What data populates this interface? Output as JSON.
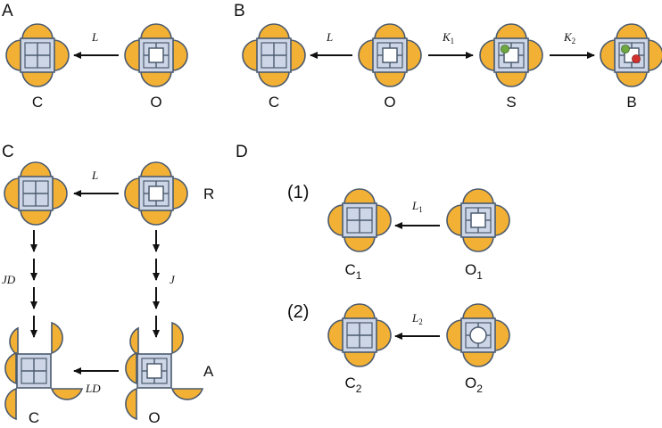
{
  "colors": {
    "lobe_fill": "#f2b134",
    "lobe_stroke": "#4b5a6e",
    "pore_fill": "#cdd6e6",
    "pore_stroke": "#4b5a6e",
    "ligand_green": "#6fa843",
    "ligand_red": "#d2322d"
  },
  "panels": {
    "A": {
      "letter": "A",
      "states": [
        {
          "type": "closed",
          "label": "C"
        },
        {
          "type": "open",
          "label": "O"
        }
      ],
      "arrows": [
        {
          "rate": "L"
        }
      ]
    },
    "B": {
      "letter": "B",
      "states": [
        {
          "type": "closed",
          "label": "C"
        },
        {
          "type": "open",
          "label": "O"
        },
        {
          "type": "open-one-ligand",
          "label": "S"
        },
        {
          "type": "open-two-ligands",
          "label": "B"
        }
      ],
      "arrows": [
        {
          "rate": "L"
        },
        {
          "rate": "K",
          "sub": "1"
        },
        {
          "rate": "K",
          "sub": "2"
        }
      ]
    },
    "C": {
      "letter": "C",
      "row_labels": [
        "R",
        "A"
      ],
      "states": [
        {
          "type": "closed",
          "label": ""
        },
        {
          "type": "open",
          "label": ""
        },
        {
          "type": "closed-activated",
          "label": "C"
        },
        {
          "type": "open-activated",
          "label": "O"
        }
      ],
      "arrows": [
        {
          "rate": "L"
        },
        {
          "rate": "JD"
        },
        {
          "rate": "J"
        },
        {
          "rate": "LD"
        }
      ]
    },
    "D": {
      "letter": "D",
      "items": [
        {
          "number": "(1)",
          "closed_label": "C",
          "closed_sub": "1",
          "open_label": "O",
          "open_sub": "1",
          "rate": "L",
          "rate_sub": "1",
          "pore": "square"
        },
        {
          "number": "(2)",
          "closed_label": "C",
          "closed_sub": "2",
          "open_label": "O",
          "open_sub": "2",
          "rate": "L",
          "rate_sub": "2",
          "pore": "circle"
        }
      ]
    }
  }
}
